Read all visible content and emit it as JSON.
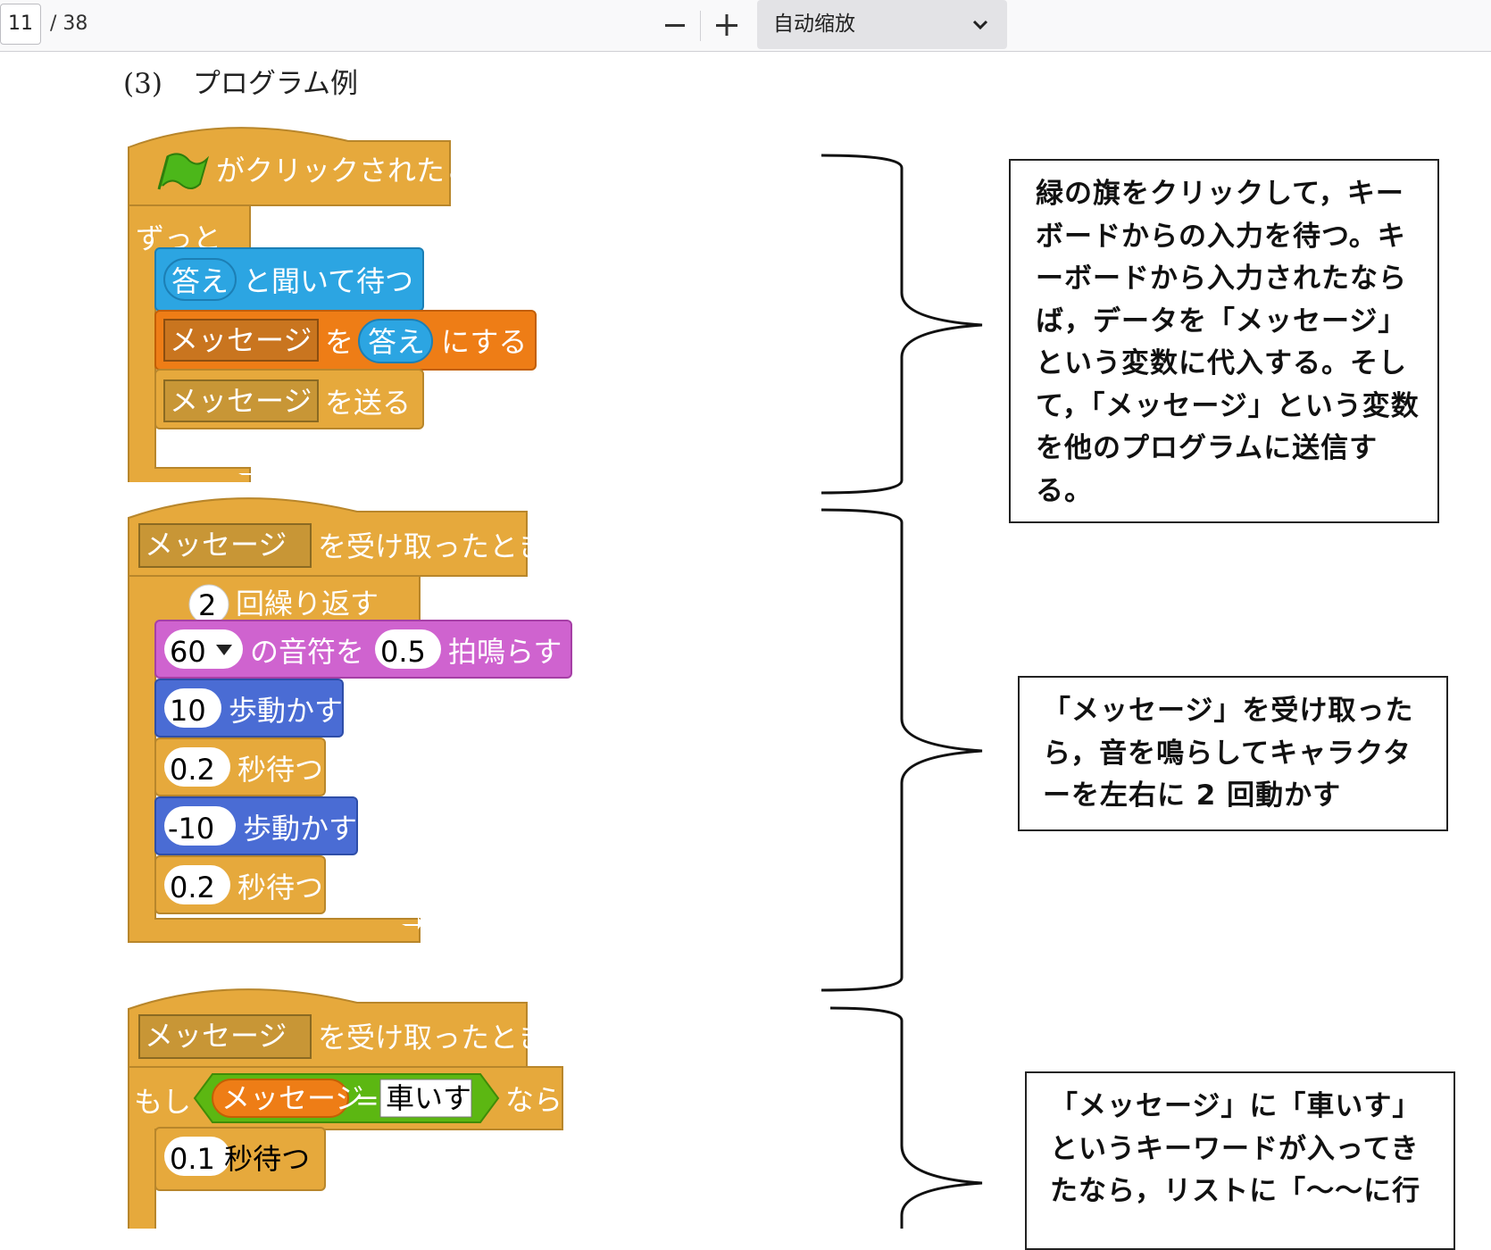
{
  "toolbar": {
    "page_number": "11",
    "page_count": "/ 38",
    "zoom_label": "自动缩放",
    "zoom_out_icon": "minus-icon",
    "zoom_in_icon": "plus-icon",
    "dropdown_icon": "chevron-down-icon"
  },
  "document": {
    "heading_number": "(3)",
    "heading_title": "プログラム例",
    "scripts": [
      {
        "hat": "がクリックされたとき",
        "hat_icon": "green-flag-icon",
        "loop": "ずっと",
        "ask_var": "答え",
        "ask_text": "と聞いて待つ",
        "set_var": "メッセージ",
        "set_mid": "を",
        "set_value": "答え",
        "set_end": "にする",
        "broadcast_var": "メッセージ",
        "broadcast_text": "を送る"
      },
      {
        "hat_var": "メッセージ",
        "hat_text": "を受け取ったとき",
        "repeat_count": "2",
        "repeat_text": "回繰り返す",
        "note_value": "60",
        "note_text": "の音符を",
        "beats_value": "0.5",
        "beats_text": "拍鳴らす",
        "move1_value": "10",
        "move1_text": "歩動かす",
        "wait1_value": "0.2",
        "wait1_text": "秒待つ",
        "move2_value": "-10",
        "move2_text": "歩動かす",
        "wait2_value": "0.2",
        "wait2_text": "秒待つ"
      },
      {
        "hat_var": "メッセージ",
        "hat_text": "を受け取ったとき",
        "if_text": "もし",
        "if_var": "メッセージ",
        "if_op": "=",
        "if_value": "車いす",
        "if_end": "なら",
        "wait_partial": "0.1 秒待つ"
      }
    ],
    "notes": [
      {
        "lines": [
          "緑の旗をクリックして，キー",
          "ボードからの入力を待つ。キ",
          "ーボードから入力されたなら",
          "ば，データを「メッセージ」",
          "という変数に代入する。そし",
          "て，「メッセージ」という変数",
          "を他のプログラムに送信す",
          "る。"
        ]
      },
      {
        "lines": [
          "「メッセージ」を受け取った",
          "ら，音を鳴らしてキャラクタ",
          "ーを左右に 2 回動かす"
        ]
      },
      {
        "lines": [
          "「メッセージ」に「車いす」",
          "というキーワードが入ってき",
          "たなら，リストに「～～に行"
        ]
      }
    ]
  },
  "colors": {
    "control": "#e6a93c",
    "looks_sensing": "#2ca5e2",
    "data": "#ee7d16",
    "sound": "#cf63cf",
    "motion": "#4a6cd4",
    "operators": "#5cb712",
    "flag": "#4cb71a"
  }
}
